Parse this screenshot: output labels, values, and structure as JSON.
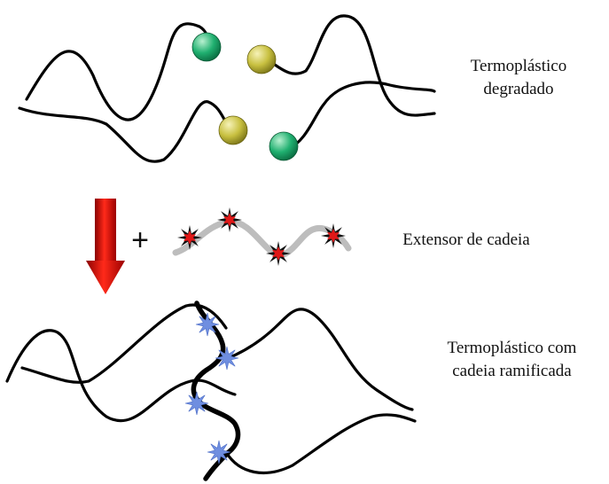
{
  "labels": {
    "degraded": [
      "Termoplástico",
      "degradado"
    ],
    "extender": "Extensor de cadeia",
    "branched": [
      "Termoplástico com",
      "cadeia ramificada"
    ]
  },
  "symbols": {
    "plus": "+"
  },
  "colors": {
    "chain": "#000000",
    "sphere_green": "#20b070",
    "sphere_yellow": "#c8c040",
    "extender_chain": "#bdbdbd",
    "reactive_site": "#e01818",
    "arrow": "#e01010",
    "junction": "#6f8ee0"
  },
  "icons": [
    "green-end-group",
    "yellow-end-group",
    "reactive-site-star",
    "junction-star",
    "down-arrow"
  ]
}
